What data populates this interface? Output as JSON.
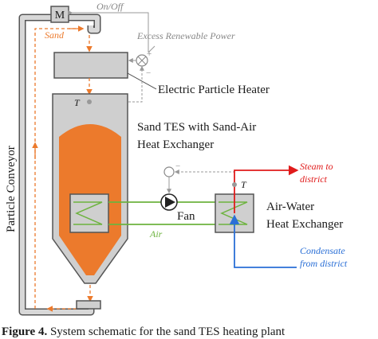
{
  "labels": {
    "motor": "M",
    "on_off": "On/Off",
    "sand": "Sand",
    "excess_power": "Excess Renewable Power",
    "plus": "+",
    "minus": "−",
    "heater": "Electric Particle Heater",
    "temp_tes": "T",
    "tes_line1": "Sand TES with Sand-Air",
    "tes_line2": "Heat Exchanger",
    "conveyor": "Particle Conveyor",
    "steam_line1": "Steam to",
    "steam_line2": "district",
    "temp_hx": "T",
    "fan": "Fan",
    "air": "Air",
    "hx_line1": "Air-Water",
    "hx_line2": "Heat Exchanger",
    "condensate_line1": "Condensate",
    "condensate_line2": "from district",
    "caption_bold": "Figure 4.",
    "caption_rest": " System schematic for the sand TES heating plant"
  },
  "colors": {
    "sand": "#ec7a2c",
    "vessel": "#cfcfcf",
    "vessel_stroke": "#555555",
    "air_line": "#6db33f",
    "steam": "#e01b1b",
    "condensate": "#2a6fd6",
    "control": "#999999",
    "text": "#1a1a1a",
    "annotation": "#888888"
  }
}
